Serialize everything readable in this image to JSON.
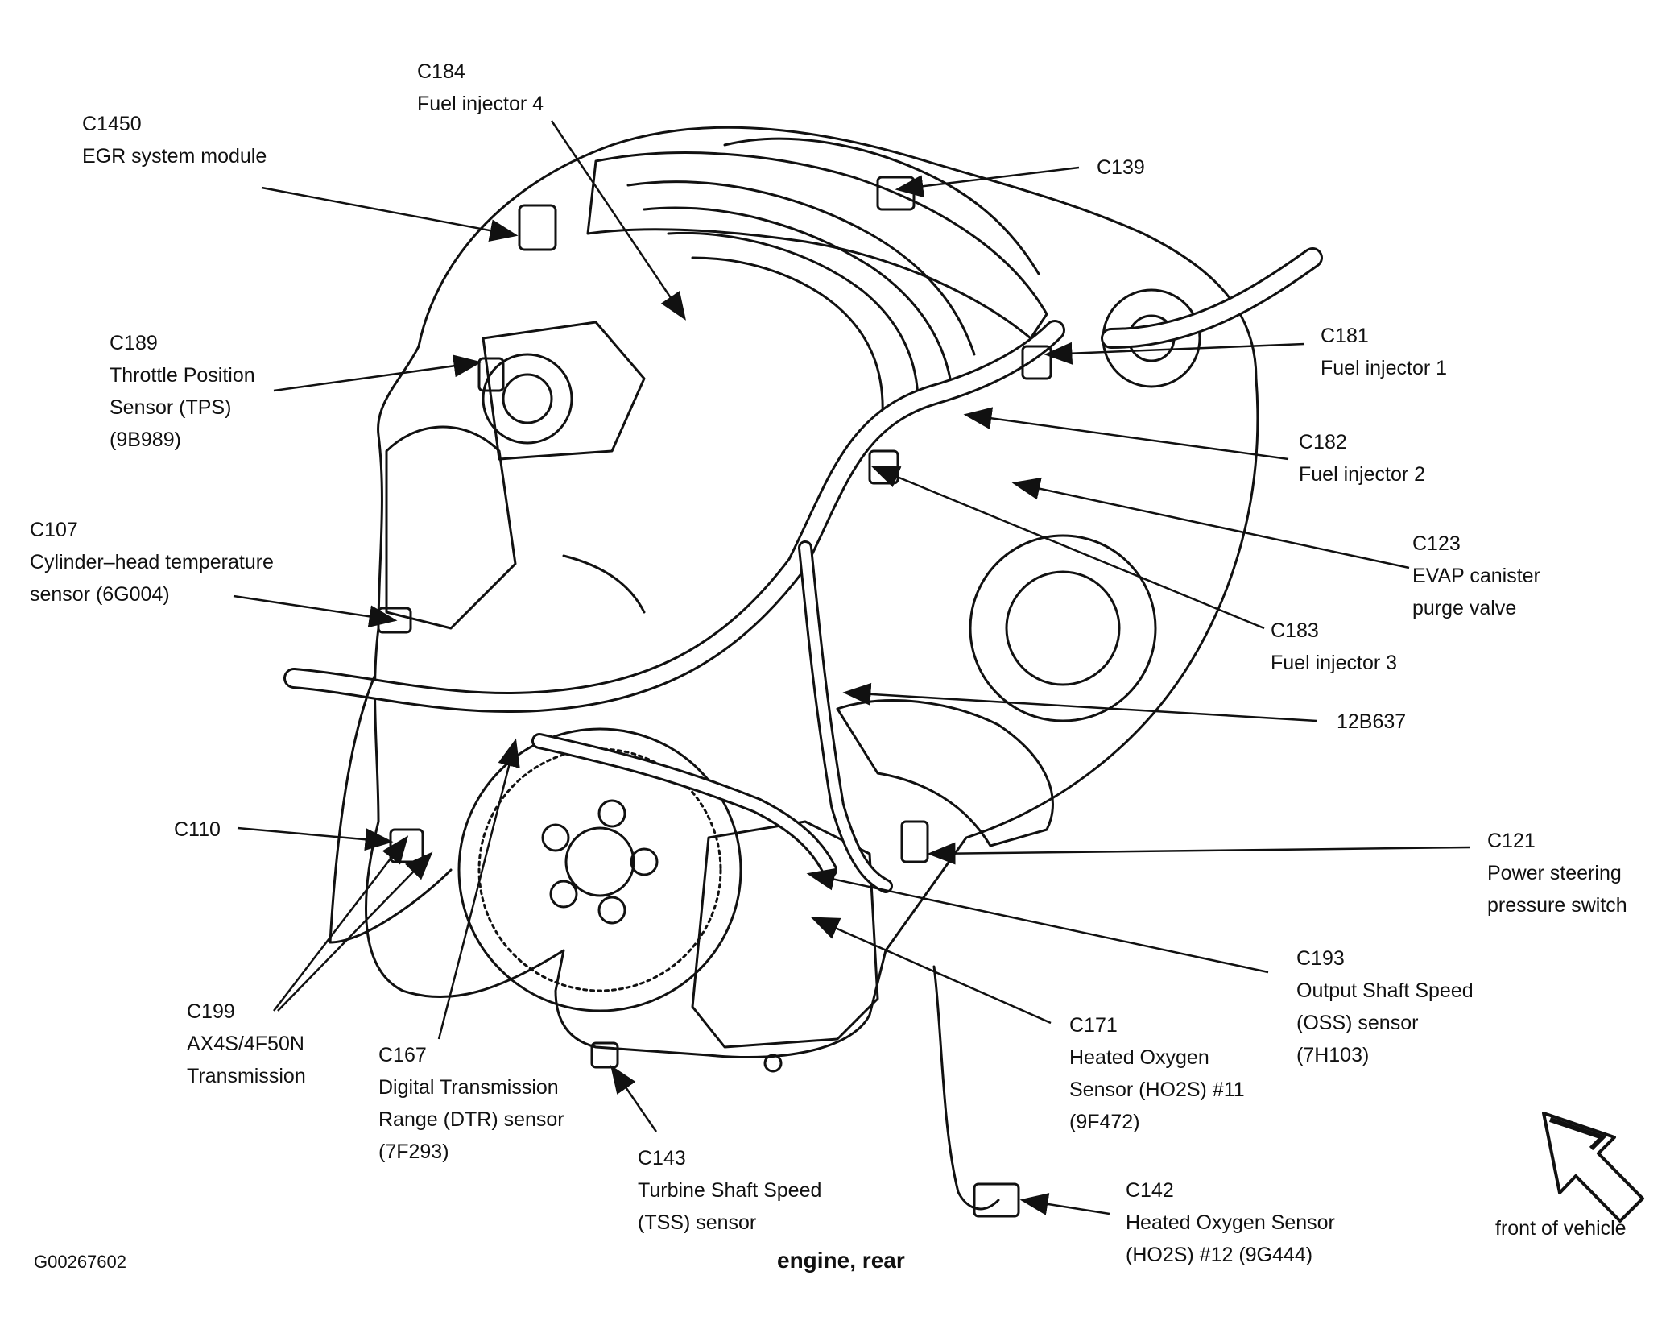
{
  "diagram": {
    "caption": "engine, rear",
    "figure_id": "G00267602",
    "orientation_label": "front of vehicle"
  },
  "callouts": {
    "c184": [
      "C184",
      "Fuel injector 4"
    ],
    "c1450": [
      "C1450",
      "EGR system module"
    ],
    "c139": [
      "C139"
    ],
    "c189": [
      "C189",
      "Throttle Position",
      "Sensor (TPS)",
      "(9B989)"
    ],
    "c181": [
      "C181",
      "Fuel injector 1"
    ],
    "c182": [
      "C182",
      "Fuel injector 2"
    ],
    "c107": [
      "C107",
      "Cylinder–head temperature",
      "sensor (6G004)"
    ],
    "c123": [
      "C123",
      "EVAP canister",
      "purge valve"
    ],
    "c183": [
      "C183",
      "Fuel injector 3"
    ],
    "w12b637": [
      "12B637"
    ],
    "c110": [
      "C110"
    ],
    "c121": [
      "C121",
      "Power steering",
      "pressure switch"
    ],
    "c193": [
      "C193",
      "Output Shaft Speed",
      "(OSS) sensor",
      "(7H103)"
    ],
    "c199": [
      "C199",
      "AX4S/4F50N",
      "Transmission"
    ],
    "c167": [
      "C167",
      "Digital Transmission",
      "Range (DTR) sensor",
      "(7F293)"
    ],
    "c171": [
      "C171",
      "Heated Oxygen",
      "Sensor (HO2S) #11",
      "(9F472)"
    ],
    "c143": [
      "C143",
      "Turbine Shaft Speed",
      "(TSS) sensor"
    ],
    "c142": [
      "C142",
      "Heated Oxygen Sensor",
      "(HO2S) #12 (9G444)"
    ]
  }
}
